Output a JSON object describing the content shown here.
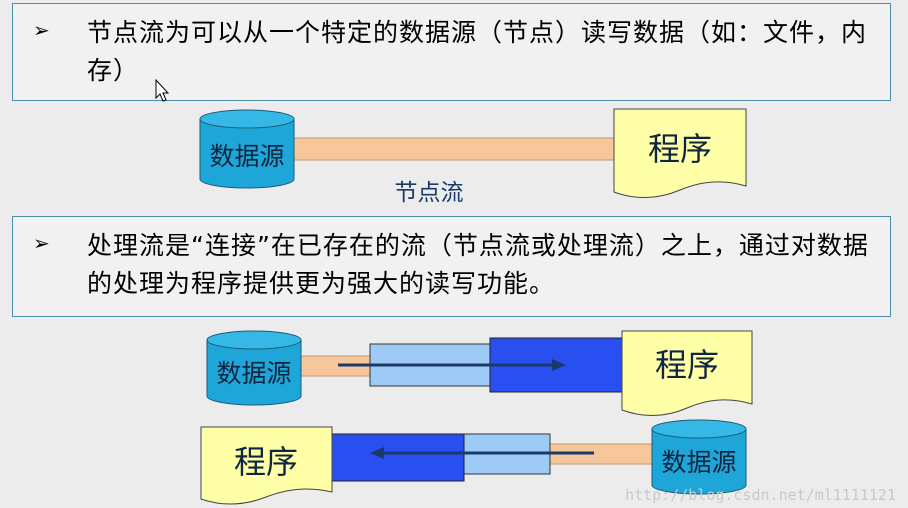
{
  "bullet1": {
    "marker": "➢",
    "text": "节点流为可以从一个特定的数据源（节点）读写数据（如：文件，内存）"
  },
  "diagram1": {
    "source_label": "数据源",
    "program_label": "程序",
    "stream_label": "节点流"
  },
  "bullet2": {
    "marker": "➢",
    "text": "处理流是“连接”在已存在的流（节点流或处理流）之上，通过对数据的处理为程序提供更为强大的读写功能。"
  },
  "diagram2": {
    "source_label": "数据源",
    "program_label": "程序"
  },
  "diagram3": {
    "source_label": "数据源",
    "program_label": "程序"
  },
  "colors": {
    "cylinder": "#1fa6d9",
    "program": "#ffffa8",
    "pipe": "#f7c79c",
    "light_blue": "#9ecbf5",
    "dark_blue": "#2a4ff0",
    "arrow": "#1a3a6a"
  },
  "watermark": "http://blog.csdn.net/ml1111121"
}
